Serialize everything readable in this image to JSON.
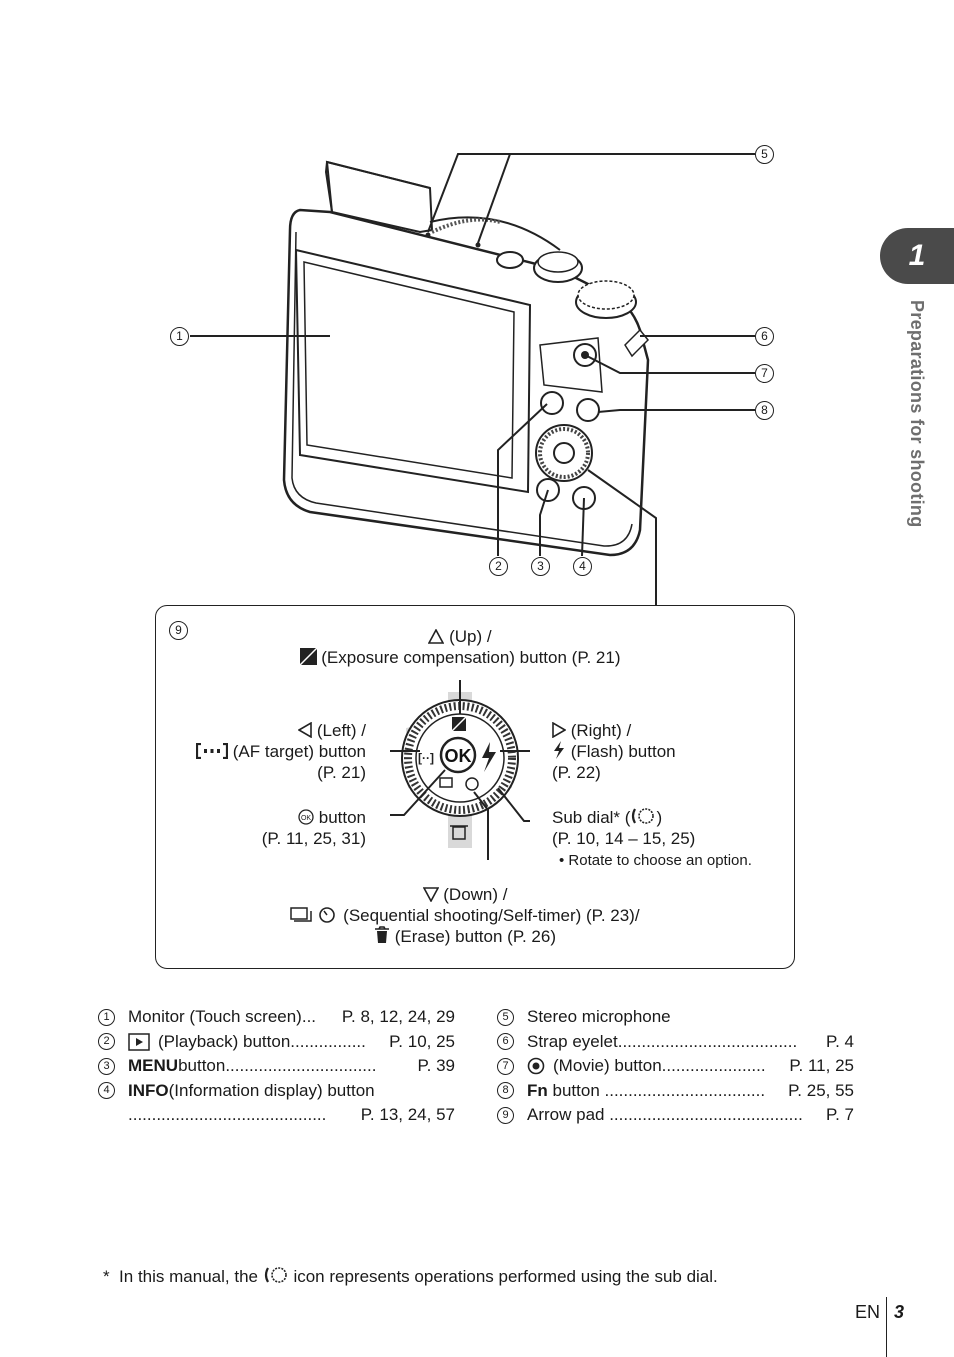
{
  "side_tab": {
    "chapter": "1",
    "label": "Preparations for shooting"
  },
  "callouts": [
    "1",
    "2",
    "3",
    "4",
    "5",
    "6",
    "7",
    "8",
    "9"
  ],
  "arrow_pad": {
    "up": {
      "line1": "(Up) /",
      "line2": "(Exposure compensation) button (P. 21)"
    },
    "left": {
      "line1": "(Left) /",
      "line2": "(AF target) button",
      "line3": "(P. 21)"
    },
    "right": {
      "line1": "(Right) /",
      "line2": "(Flash) button",
      "line3": "(P. 22)"
    },
    "ok": {
      "line1": "button",
      "line2": "(P. 11, 25, 31)",
      "center": "OK"
    },
    "subdial": {
      "line1": "Sub dial* (",
      "line1_end": ")",
      "line2": "(P. 10, 14 – 15, 25)",
      "line3": "• Rotate to choose an option."
    },
    "down": {
      "line1": "(Down) /",
      "line2": "(Sequential shooting/Self-timer) (P. 23)/",
      "line3": "(Erase) button (P. 26)"
    }
  },
  "legend_left": [
    {
      "n": "1",
      "label": "Monitor (Touch screen)",
      "dots": "...",
      "page": "P. 8, 12, 24, 29"
    },
    {
      "n": "2",
      "label": "(Playback) button",
      "dots": "................",
      "page": "P. 10, 25"
    },
    {
      "n": "3",
      "bold": "MENU",
      "label": " button",
      "dots": "................................",
      "page": "P. 39"
    },
    {
      "n": "4",
      "bold": "INFO",
      "label": " (Information display) button",
      "dots": "",
      "page": ""
    },
    {
      "n": "",
      "label": "",
      "dots": "..........................................",
      "page": "P. 13, 24,  57"
    }
  ],
  "legend_right": [
    {
      "n": "5",
      "label": "Stereo microphone",
      "dots": "",
      "page": ""
    },
    {
      "n": "6",
      "label": "Strap eyelet",
      "dots": "......................................",
      "page": "P. 4"
    },
    {
      "n": "7",
      "label": "(Movie) button",
      "dots": "......................",
      "page": "P. 11, 25"
    },
    {
      "n": "8",
      "bold": "Fn",
      "label": " button ",
      "dots": "..................................",
      "page": "P. 25, 55"
    },
    {
      "n": "9",
      "label": "Arrow pad ",
      "dots": ".........................................",
      "page": "P. 7"
    }
  ],
  "footnote": {
    "prefix": "*  In this manual, the",
    "suffix": "icon represents operations performed using the sub dial."
  },
  "footer": {
    "lang": "EN",
    "page": "3"
  }
}
